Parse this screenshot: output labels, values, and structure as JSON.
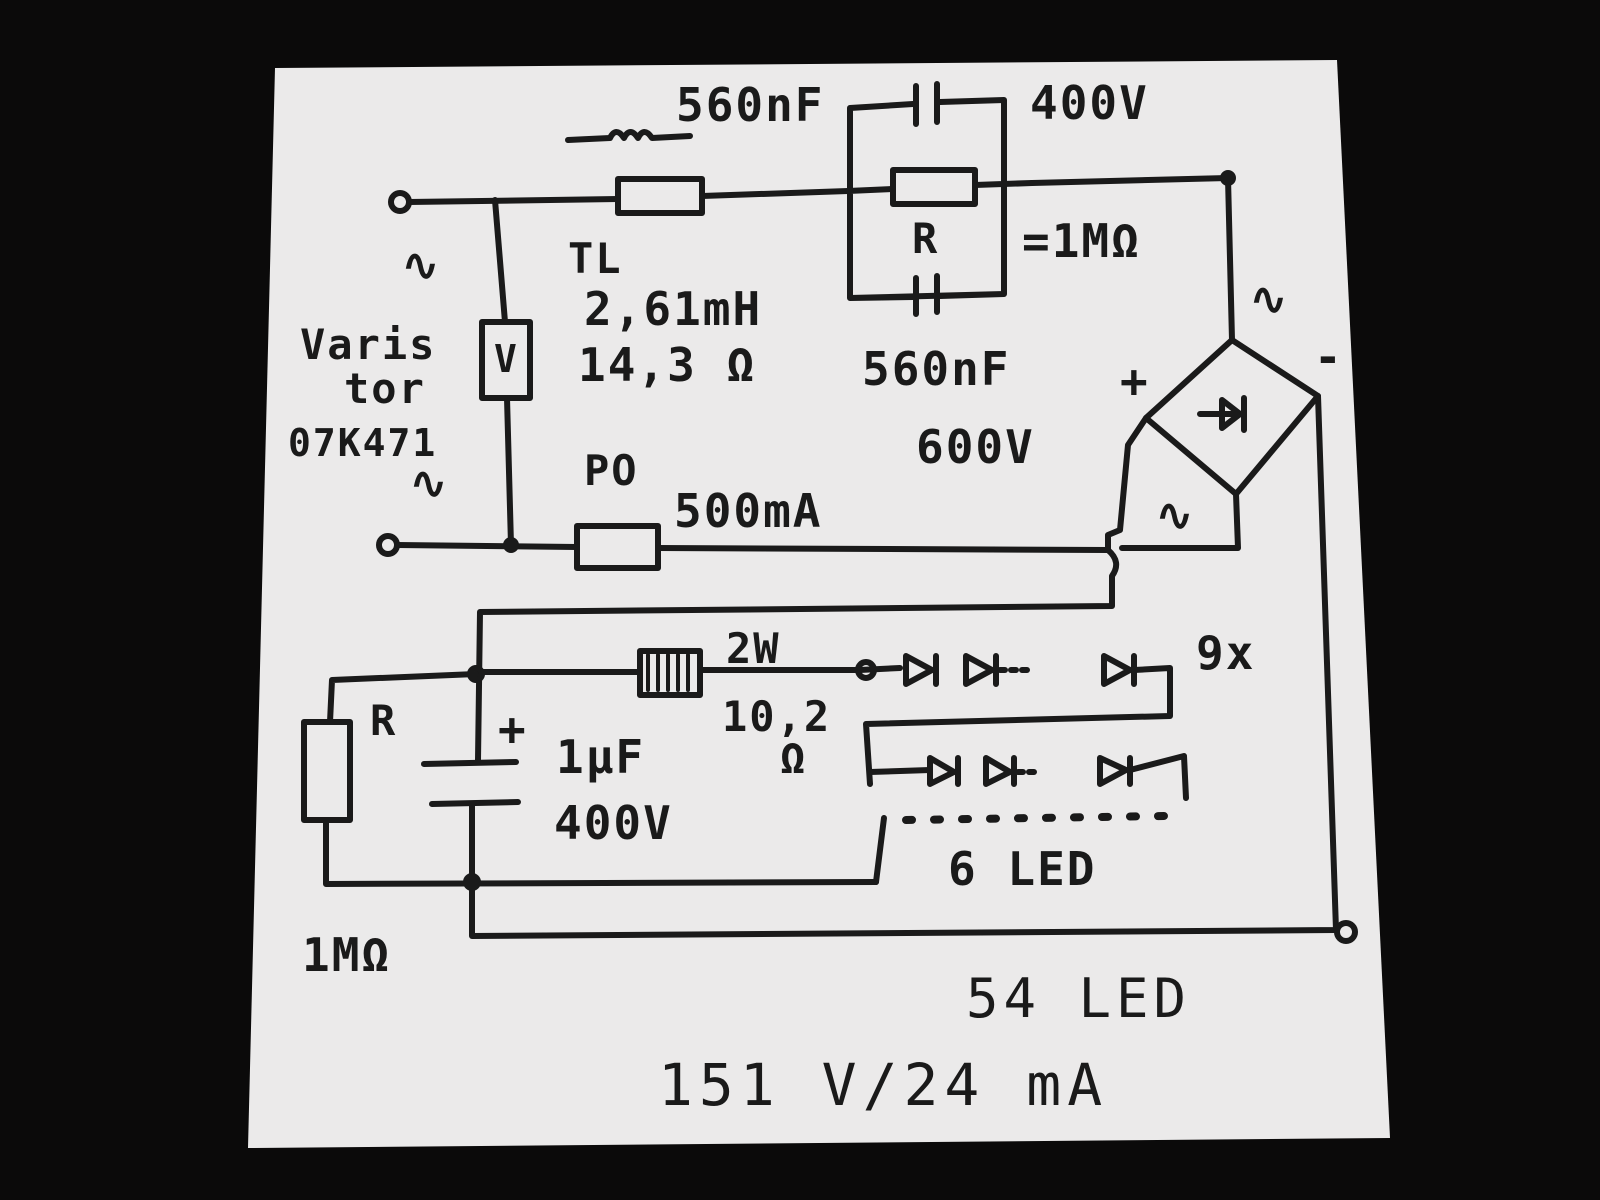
{
  "photo": {
    "background": "#0b0a0a",
    "paper_color": "#ebeaea",
    "ink_color": "#1a1a1a"
  },
  "labels": {
    "cap_top_value": "560nF",
    "cap_top_voltage": "400V",
    "resistor_r": "R",
    "r_value": "=1MΩ",
    "inductor_name": "TL",
    "inductor_value": "2,61mH",
    "inductor_resistance": "14,3 Ω",
    "varistor_line1": "Varis",
    "varistor_line2": "tor",
    "varistor_part": "07K471",
    "varistor_symbol": "V",
    "cap_bottom_value": "560nF",
    "cap_bottom_voltage": "600V",
    "fuse_name": "PO",
    "fuse_rating": "500mA",
    "bridge_plus": "+",
    "bridge_minus": "-",
    "resistor_power": "2W",
    "resistor_value_top": "10,2",
    "resistor_value_unit": "Ω",
    "led_multiplier": "9x",
    "filter_r": "R",
    "filter_r_value": "1MΩ",
    "filter_cap_plus": "+",
    "filter_cap_value": "1μF",
    "filter_cap_voltage": "400V",
    "led_count_row": "6 LED",
    "total_leds": "54 LED",
    "total_rating": "151 V/24 mA",
    "ac_symbol": "∿"
  }
}
